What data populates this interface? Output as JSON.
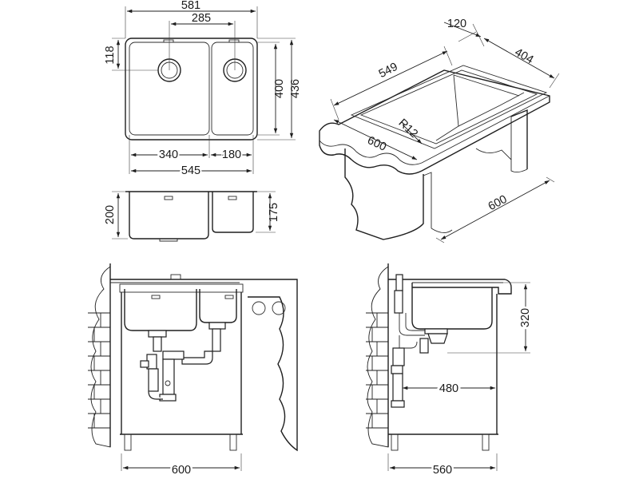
{
  "top_view": {
    "overall_width": "581",
    "centers_spacing": "285",
    "drain_offset": "118",
    "bowl_depth": "400",
    "overall_depth": "436",
    "large_bowl_width": "340",
    "small_bowl_width": "180",
    "inner_width": "545"
  },
  "front_view": {
    "large_bowl_height": "200",
    "small_bowl_height": "175"
  },
  "iso_view": {
    "rim_depth": "120",
    "width": "404",
    "length": "549",
    "radius": "R12",
    "cabinet_depth": "600",
    "cabinet_width": "600"
  },
  "install_front": {
    "cabinet_width": "600"
  },
  "install_side": {
    "height": "320",
    "drain_distance": "480",
    "cabinet_depth": "560"
  }
}
